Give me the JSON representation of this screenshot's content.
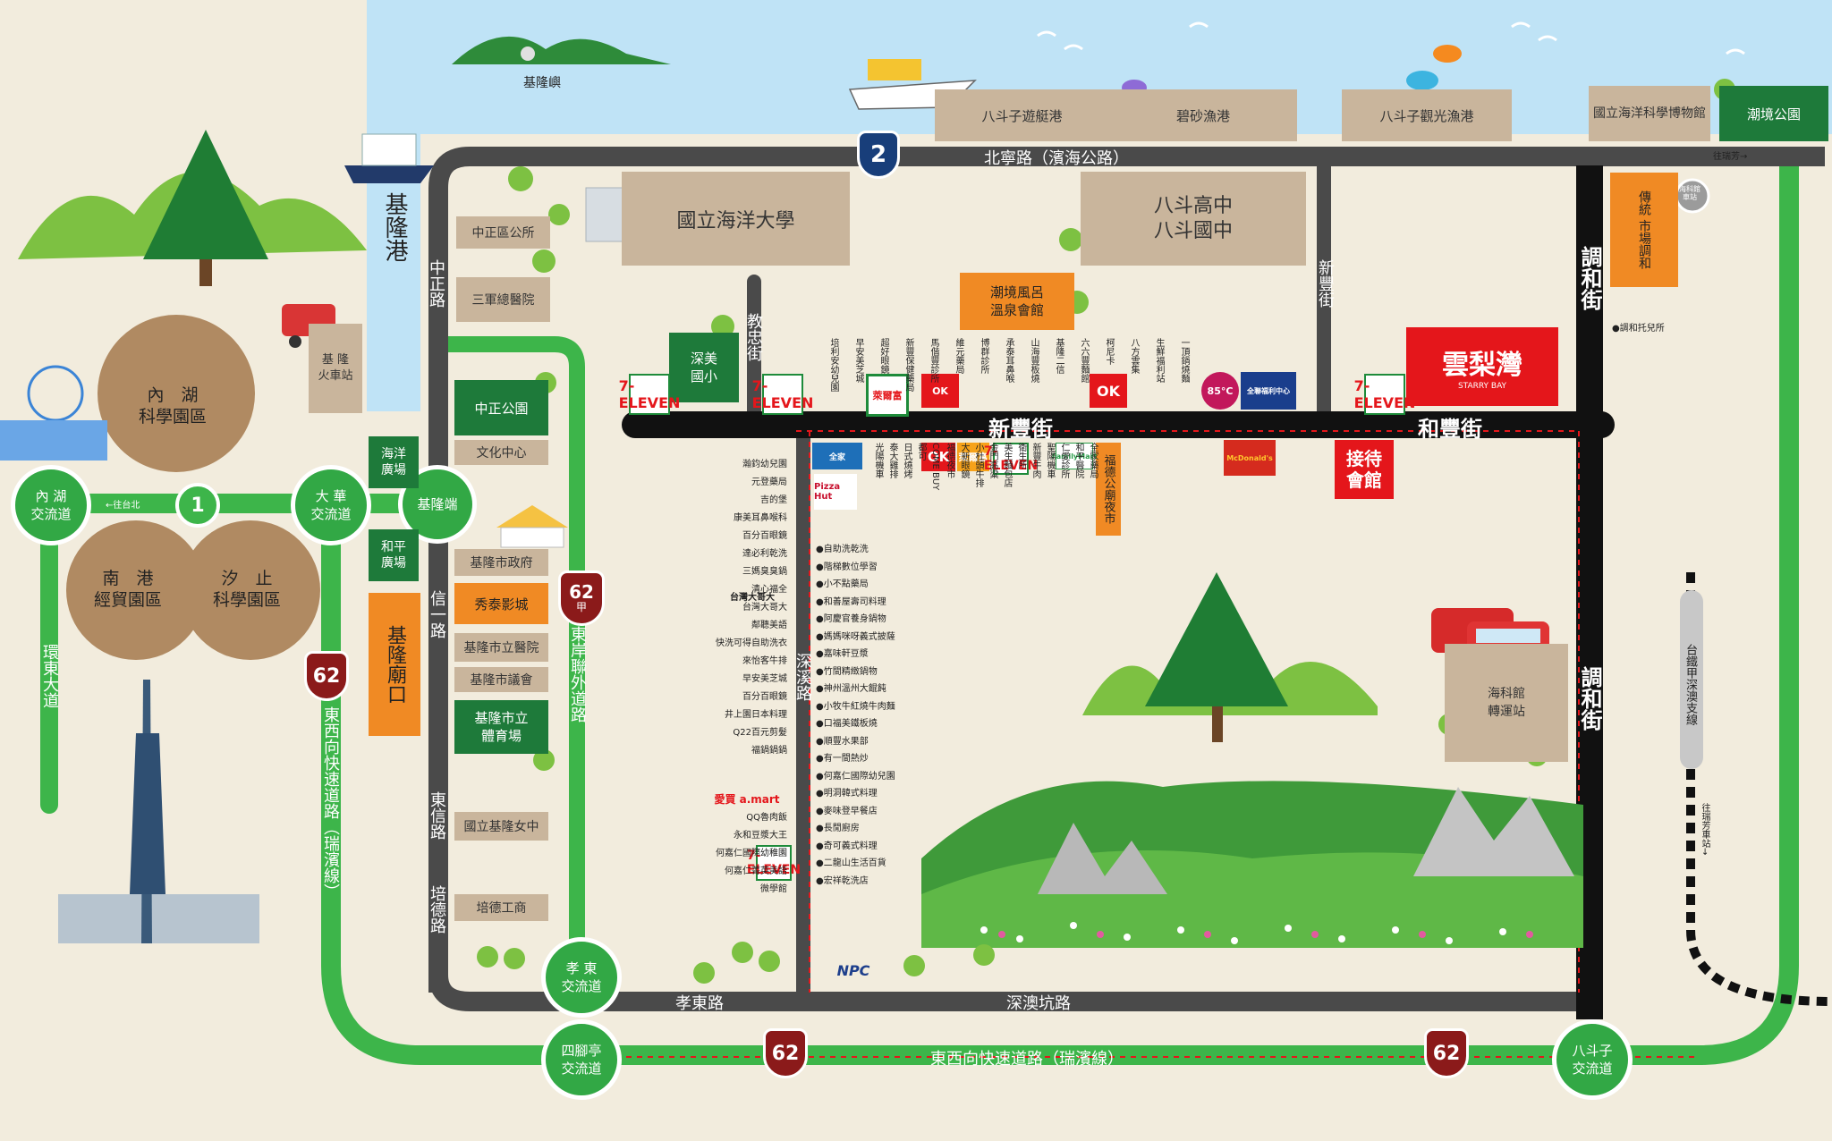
{
  "colors": {
    "sea": "#bfe3f6",
    "ground": "#f2ecdd",
    "road_dark": "#4a4a4a",
    "road_black": "#111111",
    "highway_green": "#3db54a",
    "building": "#c9b59c",
    "campus_orange": "#f08a24",
    "park_green": "#1e7a3a",
    "shield_red": "#8b1a1a",
    "brand_red": "#e4161b"
  },
  "icons": [
    "island-icon",
    "cruise-ship-icon",
    "yacht-icon",
    "fish-icon",
    "tree-icon",
    "train-icon",
    "ferris-wheel-icon",
    "taipei-101-icon",
    "bus-icon",
    "temple-icon",
    "mountain-landscape-icon",
    "bus-stop-icon"
  ],
  "water": {
    "keelung_island": "基隆嶼",
    "keelung_harbor": "基隆港"
  },
  "harbors": {
    "badouzi_yacht": "八斗子遊艇港",
    "bisha_fishing": "碧砂漁港",
    "badouzi_tourism": "八斗子觀光漁港",
    "sea_museum": "國立海洋科學博物館",
    "chaojing_park": "潮境公園",
    "toward_ruifang": "往瑞芳→"
  },
  "roads": {
    "beining": "北寧路（濱海公路）",
    "zhongzheng": "中正路",
    "jiaozhong": "教忠街",
    "xinfeng": "新豐街",
    "hefeng": "和豐街",
    "tiaohe_north": "調和街",
    "tiaohe_south": "調和街",
    "xinfeng_short": "新豐街",
    "xindeng": "信一路",
    "dongxin": "東信路",
    "peide": "培德路",
    "dongan_link": "東岸聯外道路",
    "shenxi": "深溪路",
    "xiaodong": "孝東路",
    "shenaokeng": "深澳坑路",
    "expressway_west": "東西向快速道路（瑞濱線）",
    "expressway_south": "東西向快速道路（瑞濱線）",
    "ring_east": "環東大道",
    "toward_taipei": "←往台北",
    "rail_line": "台鐵甲深澳支線",
    "toward_ruifang_station": "往瑞芳車站→"
  },
  "shields": {
    "route2": "2",
    "route62": "62",
    "route62a": "62",
    "route62a_sub": "甲"
  },
  "interchanges": {
    "neihu": "內 湖\n交流道",
    "dahua": "大 華\n交流道",
    "keelung_end": "基隆端",
    "xiaodong": "孝 東\n交流道",
    "sijiaoting": "四腳亭\n交流道",
    "badouzi": "八斗子\n交流道"
  },
  "parks_circles": {
    "neihu": "內　湖\n科學園區",
    "nangang": "南　港\n經貿園區",
    "xizhi": "汐　止\n科學園區"
  },
  "places": {
    "zhongzheng_office": "中正區公所",
    "tri_service": "三軍總醫院",
    "keelung_station": "基 隆\n火車站",
    "ntou": "國立海洋大學",
    "badou_school": "八斗高中\n八斗國中",
    "chaojing_hotspring": "潮境風呂\n溫泉會館",
    "shenmei": "深美\n國小",
    "zhongzheng_park": "中正公園",
    "culture_center": "文化中心",
    "ocean_plaza": "海洋\n廣場",
    "peace_plaza": "和平\n廣場",
    "city_hall": "基隆市政府",
    "xiutai": "秀泰影城",
    "city_hospital": "基隆市立醫院",
    "city_council": "基隆市議會",
    "miaokou": "基隆廟口",
    "stadium": "基隆市立\n體育場",
    "girls_high": "國立基隆女中",
    "peide_school": "培德工商",
    "fude_temple": "福德公廟夜市",
    "reception": "接待\n會館",
    "bus_station": "海科館\n轉運站",
    "trad_market": "傳統\n市場",
    "tiaohe_market": "調和",
    "nursery": "●調和托兒所",
    "star_bay": "雲梨灣",
    "star_bay_sub": "STARRY BAY",
    "bus_stop_sign": "海科館\n車站"
  },
  "brands": {
    "seven": "7-ELEVEN",
    "hilife": "萊爾富",
    "ok": "OK",
    "okmart": "OK",
    "k85": "85°C",
    "pxmart": "全聯福利中心",
    "mcd": "McDonald's",
    "family": "FamilyMart",
    "pizza": "Pizza Hut",
    "quanjia": "全家",
    "taida": "台灣大哥大",
    "amart": "愛買 a.mart",
    "npc": "NPC"
  },
  "north_shops": [
    "培利安幼兒園",
    "早安美芝城",
    "超好眼鏡",
    "新豐保健藥局",
    "馬偕豐診所",
    "維元藥局",
    "博群診所",
    "承泰耳鼻喉",
    "山海豐板燒",
    "基隆二信",
    "六六豐麵館",
    "柯尼卡",
    "八方雲集",
    "生鮮福利站",
    "一頂鍋燒麵"
  ],
  "center_shops": [
    "光陽機車",
    "泰大雞排",
    "日式燒烤",
    "都可",
    "COME BUY",
    "福德夜市",
    "大新眼鏡",
    "小杜頭牛排",
    "金門高粱",
    "美生麵包店",
    "衛生所",
    "新豐牛肉",
    "聖陽機車",
    "仁愛診所",
    "和平醫院",
    "全家藥局"
  ],
  "shenxi_left_shops": [
    "瀚鈞幼兒園",
    "元登藥局",
    "吉的堡",
    "康美耳鼻喉科",
    "百分百眼鏡",
    "達必利乾洗",
    "三媽臭臭鍋",
    "清心福全",
    "台灣大哥大",
    "鄰聽美語",
    "快洗可得自助洗衣",
    "來怡客牛排",
    "早安美芝城",
    "百分百眼鏡",
    "井上園日本料理",
    "Q22百元剪髮",
    "福鍋鍋鍋"
  ],
  "shenxi_right_shops": [
    "●自助洗乾洗",
    "●階梯數位學習",
    "●小不點藥局",
    "●和善屋壽司料理",
    "●阿慶官養身鍋物",
    "●媽媽咪呀義式披薩",
    "●嘉味軒豆漿",
    "●竹間精緻鍋物",
    "●神州溫州大餛飩",
    "●小牧牛紅燒牛肉麵",
    "●口福美鐵板燒",
    "●順豐水果部",
    "●有一間熱炒",
    "●何嘉仁國際幼兒園",
    "●明洞韓式料理",
    "●麥味登早餐店",
    "●長閒廚房",
    "●奇可義式料理",
    "●二龍山生活百貨",
    "●宏祥乾洗店"
  ],
  "lower_left_shops": [
    "QQ魯肉飯",
    "永和豆漿大王",
    "何嘉仁國際幼稚園",
    "何嘉仁菁英美語",
    "微學館"
  ]
}
